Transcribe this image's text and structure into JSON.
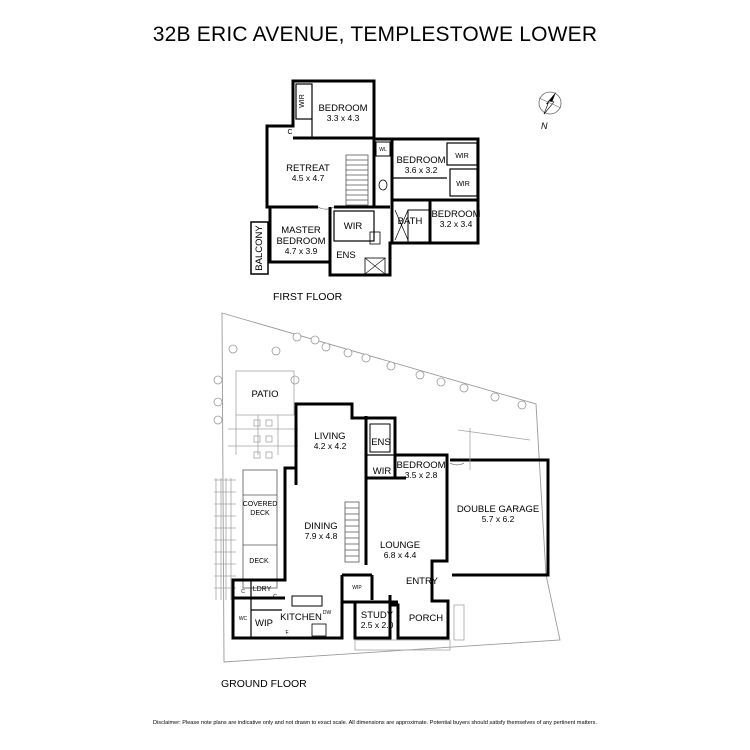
{
  "title": "32B ERIC AVENUE, TEMPLESTOWE LOWER",
  "compass": {
    "label": "N"
  },
  "floors": {
    "first": {
      "label": "FIRST FLOOR",
      "rooms": [
        {
          "id": "bedroom-top",
          "name": "BEDROOM",
          "dims": "3.3 x 4.3"
        },
        {
          "id": "retreat",
          "name": "RETREAT",
          "dims": "4.5 x 4.7"
        },
        {
          "id": "bedroom-mid",
          "name": "BEDROOM",
          "dims": "3.6 x 3.2"
        },
        {
          "id": "bedroom-right",
          "name": "BEDROOM",
          "dims": "3.2 x 3.4"
        },
        {
          "id": "master-bedroom",
          "name1": "MASTER",
          "name2": "BEDROOM",
          "dims": "4.7 x 3.9"
        }
      ],
      "labels": {
        "wir_top": "WIR",
        "c": "C",
        "wl": "WL",
        "wir_right1": "WIR",
        "wir_right2": "WIR",
        "bath": "BATH",
        "wir_master": "WIR",
        "ens": "ENS",
        "balcony": "BALCONY"
      }
    },
    "ground": {
      "label": "GROUND FLOOR",
      "rooms": [
        {
          "id": "patio",
          "name": "PATIO"
        },
        {
          "id": "living",
          "name": "LIVING",
          "dims": "4.2 x 4.2"
        },
        {
          "id": "bedroom",
          "name": "BEDROOM",
          "dims": "3.5 x 2.8"
        },
        {
          "id": "double-garage",
          "name": "DOUBLE GARAGE",
          "dims": "5.7 x 6.2"
        },
        {
          "id": "dining",
          "name": "DINING",
          "dims": "7.9 x 4.8"
        },
        {
          "id": "lounge",
          "name": "LOUNGE",
          "dims": "6.8 x 4.4"
        },
        {
          "id": "study",
          "name": "STUDY",
          "dims": "2.5 x 2.0"
        }
      ],
      "labels": {
        "ens": "ENS",
        "wir": "WIR",
        "covered_deck_1": "COVERED",
        "covered_deck_2": "DECK",
        "deck": "DECK",
        "ldry": "LDRY",
        "c1": "C",
        "c2": "C",
        "wip_small": "WIP",
        "wip": "WIP",
        "kitchen": "KITCHEN",
        "dw": "DW",
        "wc": "WC",
        "f": "F",
        "entry": "ENTRY",
        "porch": "PORCH"
      }
    }
  },
  "disclaimer": "Disclaimer: Please note plans are indicative only and not drawn to exact scale. All dimensions are approximate. Potential buyers should satisfy themselves of any pertinent matters."
}
